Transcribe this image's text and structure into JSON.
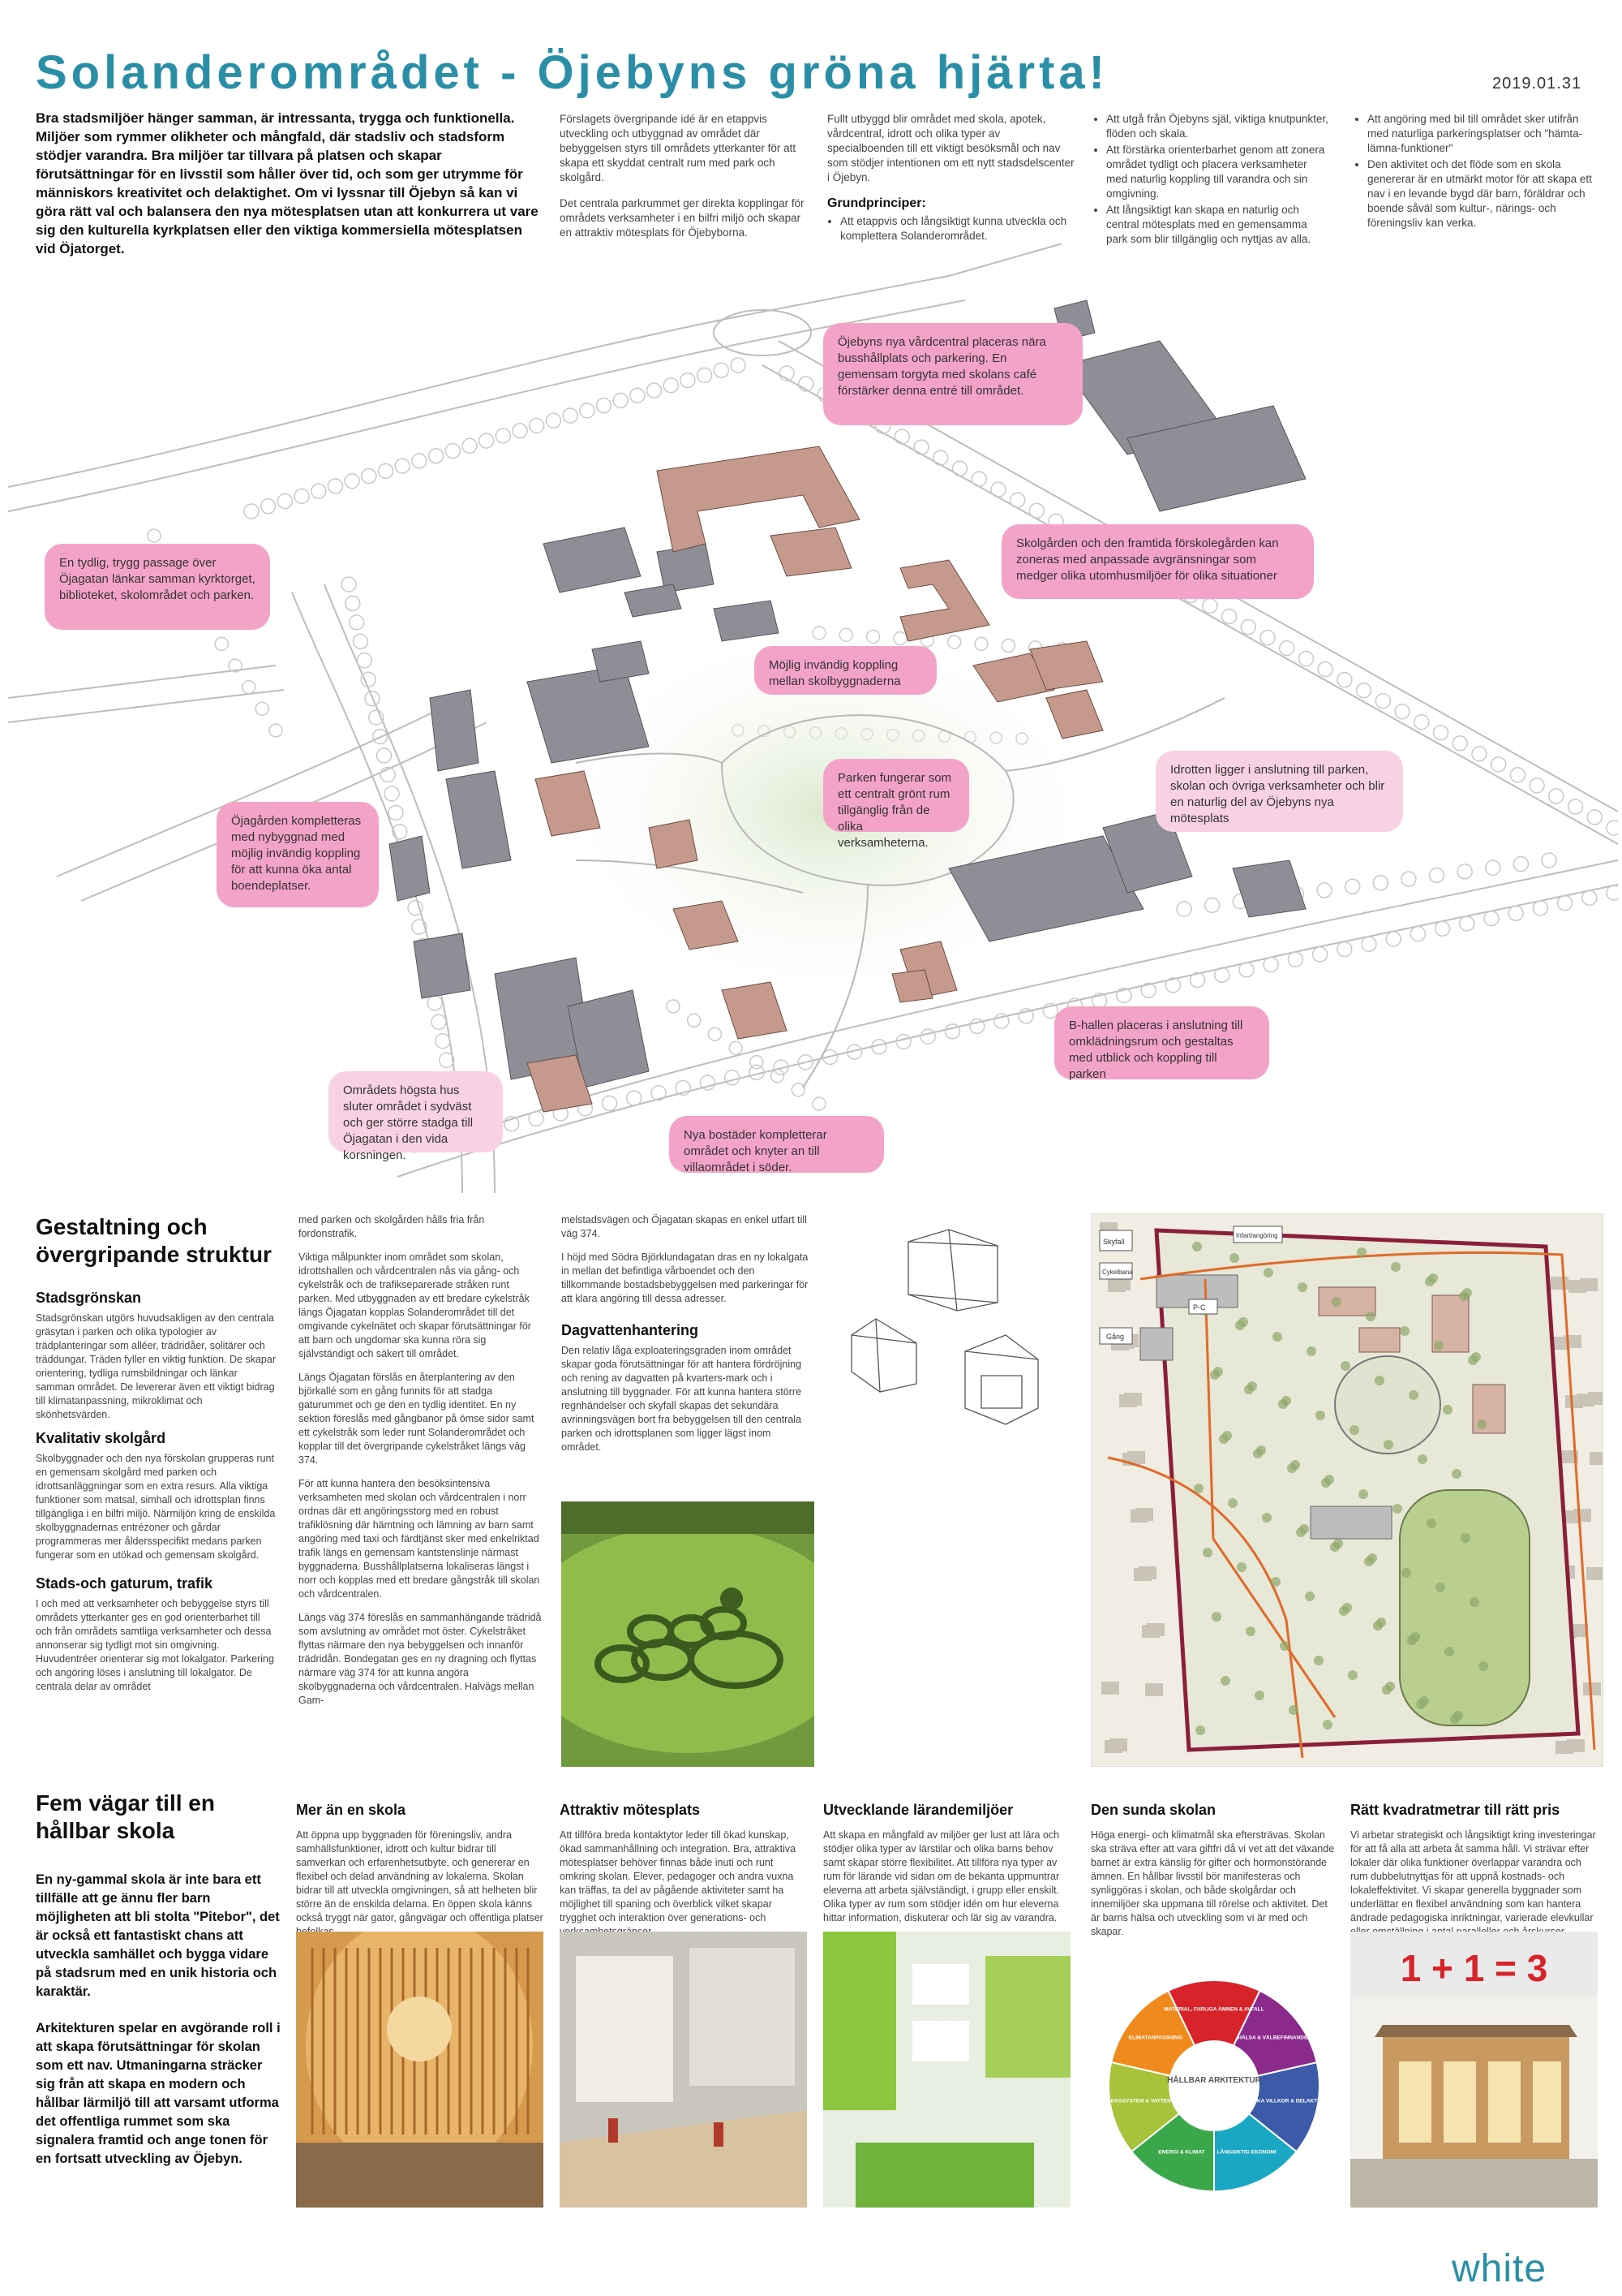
{
  "header": {
    "title": "Solanderområdet - Öjebyns gröna hjärta!",
    "date": "2019.01.31",
    "lead": "Bra stadsmiljöer hänger samman, är intressanta, trygga och funktionella. Miljöer som rymmer olikheter och mångfald, där stadsliv och stadsform stödjer varandra. Bra miljöer tar tillvara på platsen och skapar förutsättningar för en livsstil som håller över tid, och som ger utrymme för människors kreativitet och delaktighet. Om vi lyssnar till Öjebyn så kan vi göra rätt val och balansera den nya mötesplatsen utan att konkurrera ut vare sig den kulturella kyrkplatsen eller den viktiga kommersiella mötesplatsen vid Öjatorget."
  },
  "intro": {
    "col1_p1": "Förslagets övergripande idé är en etappvis utveckling och utbyggnad av området där bebyggelsen styrs till områdets ytterkanter för att skapa ett skyddat centralt rum med park och skolgård.",
    "col1_p2": "Det centrala parkrummet ger direkta kopplingar för områdets verksamheter i en bilfri miljö och skapar en attraktiv mötesplats för Öjebyborna.",
    "col2_p1": "Fullt utbyggd blir området med skola, apotek, vårdcentral, idrott och olika typer av specialboenden till ett viktigt besöksmål och nav som stödjer intentionen om ett nytt stadsdelscenter i Öjebyn.",
    "col2_heading": "Grundprinciper:",
    "col2_bullets": [
      "Att etappvis och långsiktigt kunna utveckla och komplettera Solanderområdet."
    ],
    "col3_bullets": [
      "Att utgå från Öjebyns själ, viktiga knutpunkter, flöden och skala.",
      "Att förstärka orienterbarhet genom att zonera området tydligt och placera verksamheter med naturlig koppling till varandra och sin omgivning.",
      "Att långsiktigt kan skapa en naturlig och central mötesplats med en gemensamma park som blir tillgänglig och nyttjas av alla."
    ],
    "col4_bullets": [
      "Att angöring med bil till området sker utifrån med naturliga parkeringsplatser och \"hämta-lämna-funktioner\"",
      "Den aktivitet och det flöde som en skola genererar är en utmärkt motor för att skapa ett nav i en levande bygd där barn, föräldrar och boende såväl som kultur-, närings- och föreningsliv kan verka."
    ]
  },
  "plan": {
    "callouts": {
      "vardcentral": "Öjebyns nya vårdcentral placeras nära busshållplats och parkering. En gemensam torgyta med skolans café förstärker denna entré till området.",
      "passage": "En tydlig, trygg passage över Öjagatan länkar samman kyrktorget, biblioteket, skolområdet och parken.",
      "skolgarden": "Skolgården och den framtida förskolegården kan zoneras med anpassade avgränsningar som medger olika utomhusmiljöer för olika situationer",
      "koppling": "Möjlig invändig koppling mellan skolbyggnaderna",
      "parken": "Parken fungerar som ett centralt grönt rum tillgänglig från de olika verksamheterna.",
      "idrotten": "Idrotten ligger i anslutning till parken, skolan och övriga verksamheter och blir en naturlig del av Öjebyns nya mötesplats",
      "ojagarden": "Öjagården kompletteras med nybyggnad med möjlig invändig koppling för att kunna öka antal boendeplatser.",
      "bhallen": "B-hallen placeras i anslutning till omklädningsrum och gestaltas med utblick och koppling till parken",
      "hogsta": "Områdets högsta hus sluter området i sydväst och ger större stadga till Öjagatan i den vida korsningen.",
      "bostader": "Nya bostäder kompletterar området och knyter an till villaområdet i söder."
    }
  },
  "gestaltning": {
    "heading": "Gestaltning och övergripande struktur",
    "stadsgronskan_h": "Stadsgrönskan",
    "stadsgronskan": "Stadsgrönskan utgörs huvudsakligen av den centrala gräsytan i parken och olika typologier av trädplanteringar som alléer, trädridåer, solitärer och träddungar. Träden fyller en viktig funktion. De skapar orientering, tydliga rumsbildningar och länkar samman området. De levererar även ett viktigt bidrag till klimatanpassning, mikroklimat och skönhetsvärden.",
    "skolgard_h": "Kvalitativ skolgård",
    "skolgard": "Skolbyggnader och den nya förskolan grupperas runt en gemensam skolgård med parken och idrottsanläggningar som en extra resurs. Alla viktiga funktioner som matsal, simhall och idrottsplan finns tillgängliga i en bilfri miljö. Närmiljön kring de enskilda skolbyggnadernas entrézoner och gårdar programmeras mer åldersspecifikt medans parken fungerar som en utökad och gemensam skolgård.",
    "gatu_h": "Stads-och gaturum, trafik",
    "gatu": "I och med att verksamheter och bebyggelse styrs till områdets ytterkanter ges en god orienterbarhet till och från områdets samtliga verksamheter och dessa annonserar sig tydligt mot sin omgivning. Huvudentréer orienterar sig mot lokalgator. Parkering och angöring löses i anslutning till lokalgator. De centrala delar av området",
    "col2_p1": "med parken och skolgården hålls fria från fordonstrafik.",
    "col2_p2": "Viktiga målpunkter inom området som skolan, idrottshallen och vårdcentralen nås via gång- och cykelstråk och de trafikseparerade stråken runt parken. Med utbyggnaden av ett bredare cykelstråk längs Öjagatan kopplas Solanderområdet till det omgivande cykelnätet och skapar förutsättningar för att barn och ungdomar ska kunna röra sig självständigt och säkert till området.",
    "col2_p3": "Längs Öjagatan förslås en återplantering av den björkallé som en gång funnits för att stadga gaturummet och ge den en tydlig identitet. En ny sektion föreslås med gångbanor på ömse sidor samt ett cykelstråk som leder runt Solanderområdet och kopplar till det övergripande cykelstråket längs väg 374.",
    "col2_p4": "För att kunna hantera den besöksintensiva verksamheten med skolan och vårdcentralen i norr ordnas där ett angöringsstorg med en robust trafiklösning där hämtning och lämning av barn samt angöring med taxi och färdtjänst sker med enkelriktad trafik längs en gemensam kantstenslinje närmast byggnaderna. Busshållplatserna lokaliseras längst i norr och kopplas med ett bredare gångstråk till skolan och vårdcentralen.",
    "col2_p5": "Längs väg 374 föreslås en sammanhängande trädridå som avslutning av området mot öster. Cykelstråket flyttas närmare den nya bebyggelsen och innanför trädridån. Bondegatan ges en ny dragning och flyttas närmare väg 374 för att kunna angöra skolbyggnaderna och vårdcentralen. Halvägs mellan Gam-",
    "col3_p1": "melstadsvägen och Öjagatan skapas en enkel utfart till väg 374.",
    "col3_p2": "I höjd med Södra Björklundagatan dras en ny lokalgata in mellan det befintliga vårboendet och den tillkommande bostadsbebyggelsen med parkeringar för att klara angöring till dessa adresser.",
    "dagvatten_h": "Dagvattenhantering",
    "dagvatten": "Den relativ låga exploateringsgraden inom området skapar goda förutsättningar för att hantera fördröjning och rening av dagvatten på kvarters-mark och i anslutning till byggnader. För att kunna hantera större regnhändelser och skyfall skapas det sekundära avrinningsvägen bort fra bebyggelsen till den centrala parken och idrottsplanen som ligger lägst inom området."
  },
  "map": {
    "labels": {
      "skyfall": "Skyfall",
      "cykelbana": "Cykelbana",
      "gang": "Gång",
      "pc": "P-C",
      "infart": "Infart/angöring"
    }
  },
  "fem": {
    "heading": "Fem vägar till en hållbar skola",
    "p1": "En ny-gammal skola är inte bara ett tillfälle att ge ännu fler barn möjligheten att bli stolta \"Pitebor\", det är också ett fantastiskt chans att utveckla samhället och bygga vidare på stadsrum med en unik historia och karaktär.",
    "p2": "Arkitekturen spelar en avgörande roll i att skapa förutsättningar för skolan som ett nav. Utmaningarna sträcker sig från att skapa en modern och hållbar lärmiljö till att varsamt utforma det offentliga rummet som ska signalera framtid och ange tonen för en fortsatt utveckling av Öjebyn.",
    "sections": [
      {
        "title": "Mer än en skola",
        "text": "Att öppna upp byggnaden för föreningsliv, andra samhällsfunktioner, idrott och kultur bidrar till samverkan och erfarenhetsutbyte, och genererar en flexibel och delad användning av lokalerna. Skolan bidrar till att utveckla omgivningen, så att helheten blir större än de enskilda delarna. En öppen skola känns också tryggt när gator, gångvägar och offentliga platser befolkas."
      },
      {
        "title": "Attraktiv mötesplats",
        "text": "Att tillföra breda kontaktytor leder till ökad kunskap, ökad sammanhållning och integration. Bra, attraktiva mötesplatser behöver finnas både inuti och runt omkring skolan. Elever, pedagoger och andra vuxna kan träffas, ta del av pågående aktiviteter samt ha möjlighet till spaning och överblick vilket skapar trygghet och interaktion över generations- och verksamhetsgränser."
      },
      {
        "title": "Utvecklande lärandemiljöer",
        "text": "Att skapa en mångfald av miljöer ger lust att lära och stödjer olika typer av lärstilar och olika barns behov samt skapar större flexibilitet. Att tillföra nya typer av rum för lärande vid sidan om de bekanta uppmuntrar eleverna att arbeta självständigt, i grupp eller enskilt. Olika typer av rum som stödjer idén om hur eleverna hittar information, diskuterar och lär sig av varandra."
      },
      {
        "title": "Den sunda skolan",
        "text": "Höga energi- och klimatmål ska eftersträvas. Skolan ska sträva efter att vara giftfri då vi vet att det växande barnet är extra känslig för gifter och hormonstörande ämnen. En hållbar livsstil bör manifesteras och synliggöras i skolan, och både skolgårdar och innemiljöer ska uppmana till rörelse och aktivitet. Det är barns hälsa och utveckling som vi är med och skapar."
      },
      {
        "title": "Rätt kvadratmetrar till rätt pris",
        "text": "Vi arbetar strategiskt och långsiktigt kring investeringar för att få alla att arbeta åt samma håll. Vi strävar efter lokaler där olika funktioner överlappar varandra och rum dubbelutnyttjas för att uppnå kostnads- och lokaleffektivitet. Vi skapar generella byggnader som underlättar en flexibel användning som kan hantera ändrade pedagogiska inriktningar, varierade elevkullar eller omställning i antal paralleller och årskurser."
      }
    ]
  },
  "wheel": {
    "center": "HÅLLBAR ARKITEKTUR",
    "segments": [
      {
        "label": "MATERIAL, FARLIGA ÄMNEN & AVFALL",
        "color": "#d8232a"
      },
      {
        "label": "HÄLSA & VÄLBEFINNANDE",
        "color": "#8c2a8c"
      },
      {
        "label": "JÄMLIKA VILLKOR & DELAKTIGHET",
        "color": "#3b5ba8"
      },
      {
        "label": "LÅNGSIKTIG EKONOMI",
        "color": "#1aa7c4"
      },
      {
        "label": "ENERGI & KLIMAT",
        "color": "#3aa84a"
      },
      {
        "label": "EKOSYSTEM & VATTEN",
        "color": "#a8c23a"
      },
      {
        "label": "KLIMATANPASSNING",
        "color": "#f08a1d"
      }
    ]
  },
  "equation": "1 + 1 = 3",
  "logo": "white",
  "colors": {
    "accent": "#2a8fa6",
    "callout": "#f4a3c8",
    "callout_light": "#f8d2e3",
    "gest": "#c59a8c",
    "grey": "#8d8e96"
  }
}
